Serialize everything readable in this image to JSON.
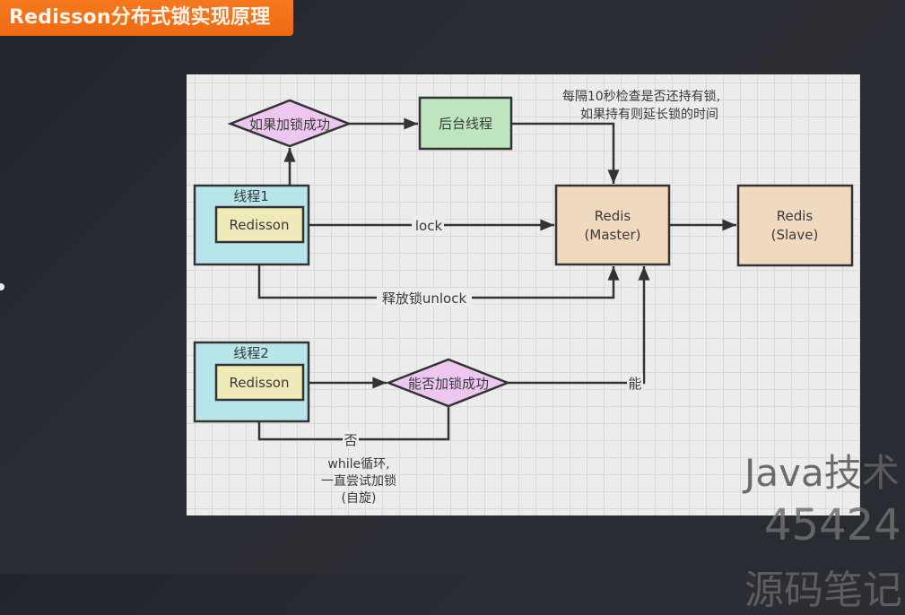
{
  "header": {
    "title": "Redisson分布式锁实现原理"
  },
  "colors": {
    "title_badge": "#f07016",
    "thread_box": "#b7e5ea",
    "redisson_box": "#efeab8",
    "decision_diamond": "#edc7ef",
    "background_thread_box": "#bde6bf",
    "redis_box": "#f0d9bf",
    "stroke": "#333333"
  },
  "diagram": {
    "decision_if_lock_success": "如果加锁成功",
    "background_thread": "后台线程",
    "watchdog_note": [
      "每隔10秒检查是否还持有锁,",
      "如果持有则延长锁的时间"
    ],
    "thread1": {
      "label": "线程1",
      "client": "Redisson"
    },
    "thread2": {
      "label": "线程2",
      "client": "Redisson"
    },
    "redis_master": [
      "Redis",
      "(Master)"
    ],
    "redis_slave": [
      "Redis",
      "(Slave)"
    ],
    "edge_lock": "lock",
    "edge_unlock": "释放锁unlock",
    "decision_can_lock": "能否加锁成功",
    "edge_yes": "能",
    "edge_no": "否",
    "spin_note": [
      "while循环,",
      "一直尝试加锁",
      "(自旋)"
    ]
  },
  "watermark": {
    "line1": "Java技术",
    "line2": "45424",
    "line3": "源码笔记"
  }
}
